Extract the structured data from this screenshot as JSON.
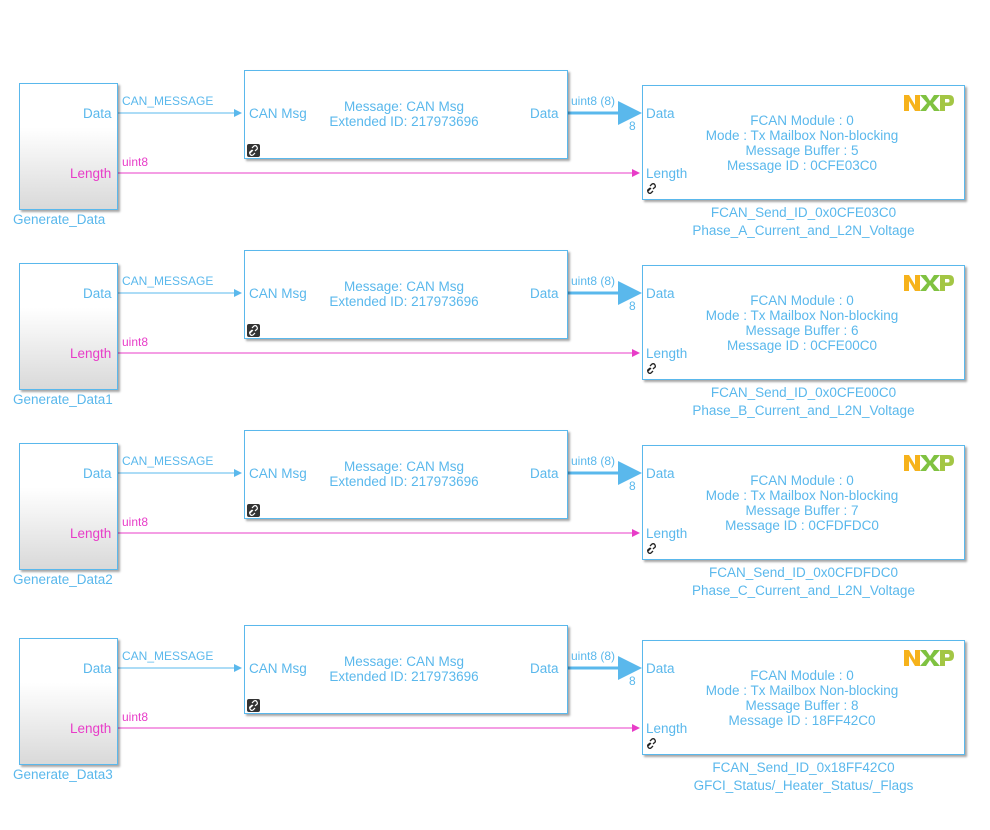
{
  "rows": [
    {
      "gen_name": "Generate_Data",
      "gen_data_port": "Data",
      "gen_length_port": "Length",
      "sig_can": "CAN_MESSAGE",
      "sig_len": "uint8",
      "pack_in_port": "CAN Msg",
      "pack_out_port": "Data",
      "pack_line1": "Message: CAN Msg",
      "pack_line2": "Extended ID: 217973696",
      "sig_out": "uint8 (8)",
      "width": "8",
      "send_data_port": "Data",
      "send_length_port": "Length",
      "send_lines": [
        "FCAN Module : 0",
        "Mode : Tx Mailbox Non-blocking",
        "Message Buffer : 5",
        "Message ID : 0CFE03C0"
      ],
      "send_name1": "FCAN_Send_ID_0x0CFE03C0",
      "send_name2": "Phase_A_Current_and_L2N_Voltage"
    },
    {
      "gen_name": "Generate_Data1",
      "gen_data_port": "Data",
      "gen_length_port": "Length",
      "sig_can": "CAN_MESSAGE",
      "sig_len": "uint8",
      "pack_in_port": "CAN Msg",
      "pack_out_port": "Data",
      "pack_line1": "Message: CAN Msg",
      "pack_line2": "Extended ID: 217973696",
      "sig_out": "uint8 (8)",
      "width": "8",
      "send_data_port": "Data",
      "send_length_port": "Length",
      "send_lines": [
        "FCAN Module : 0",
        "Mode : Tx Mailbox Non-blocking",
        "Message Buffer : 6",
        "Message ID : 0CFE00C0"
      ],
      "send_name1": "FCAN_Send_ID_0x0CFE00C0",
      "send_name2": "Phase_B_Current_and_L2N_Voltage"
    },
    {
      "gen_name": "Generate_Data2",
      "gen_data_port": "Data",
      "gen_length_port": "Length",
      "sig_can": "CAN_MESSAGE",
      "sig_len": "uint8",
      "pack_in_port": "CAN Msg",
      "pack_out_port": "Data",
      "pack_line1": "Message: CAN Msg",
      "pack_line2": "Extended ID: 217973696",
      "sig_out": "uint8 (8)",
      "width": "8",
      "send_data_port": "Data",
      "send_length_port": "Length",
      "send_lines": [
        "FCAN Module : 0",
        "Mode : Tx Mailbox Non-blocking",
        "Message Buffer : 7",
        "Message ID : 0CFDFDC0"
      ],
      "send_name1": "FCAN_Send_ID_0x0CFDFDC0",
      "send_name2": "Phase_C_Current_and_L2N_Voltage"
    },
    {
      "gen_name": "Generate_Data3",
      "gen_data_port": "Data",
      "gen_length_port": "Length",
      "sig_can": "CAN_MESSAGE",
      "sig_len": "uint8",
      "pack_in_port": "CAN Msg",
      "pack_out_port": "Data",
      "pack_line1": "Message: CAN Msg",
      "pack_line2": "Extended ID: 217973696",
      "sig_out": "uint8 (8)",
      "width": "8",
      "send_data_port": "Data",
      "send_length_port": "Length",
      "send_lines": [
        "FCAN Module : 0",
        "Mode : Tx Mailbox Non-blocking",
        "Message Buffer : 8",
        "Message ID : 18FF42C0"
      ],
      "send_name1": "FCAN_Send_ID_0x18FF42C0",
      "send_name2": "GFCI_Status/_Heater_Status/_Flags"
    }
  ],
  "colors": {
    "block_border": "#5ab8ec",
    "text_blue": "#5ab8ec",
    "line_magenta": "#e83cc8",
    "nxp_n": "#f6b21b",
    "nxp_x": "#7fc241",
    "nxp_p": "#a3c644"
  }
}
